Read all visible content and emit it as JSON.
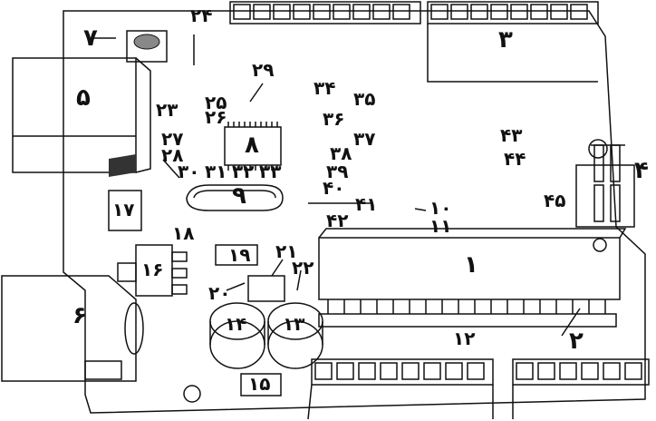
{
  "title": "",
  "labels": {
    "l1": "۱",
    "l2": "۲",
    "l3": "۳",
    "l4": "۴",
    "l5": "۵",
    "l6": "۶",
    "l7": "۷",
    "l8": "۸",
    "l9": "۹",
    "l10": "۱۰",
    "l11": "۱۱",
    "l12": "۱۲",
    "l13": "۱۳",
    "l14": "۱۴",
    "l15": "۱۵",
    "l16": "۱۶",
    "l17": "۱۷",
    "l18": "۱۸",
    "l19": "۱۹",
    "l20": "۲۰",
    "l21": "۲۱",
    "l22": "۲۲",
    "l23": "۲۳",
    "l24": "۲۴",
    "l25": "۲۵",
    "l26": "۲۶",
    "l27": "۲۷",
    "l28": "۲۸",
    "l29": "۲۹",
    "l30": "۳۰",
    "l31": "۳۱",
    "l32": "۳۲",
    "l33": "۳۳",
    "l34": "۳۴",
    "l35": "۳۵",
    "l36": "۳۶",
    "l37": "۳۷",
    "l38": "۳۸",
    "l39": "۳۹",
    "l40": "۴۰",
    "l41": "۴۱",
    "l42": "۴۲",
    "l43": "۴۳",
    "l44": "۴۴",
    "l45": "۴۵"
  },
  "colors": {
    "line": "#111111",
    "board": "#ffffff",
    "dark": "#1a1a1a",
    "mid": "#6e6e6e",
    "light": "#bdbdbd"
  }
}
